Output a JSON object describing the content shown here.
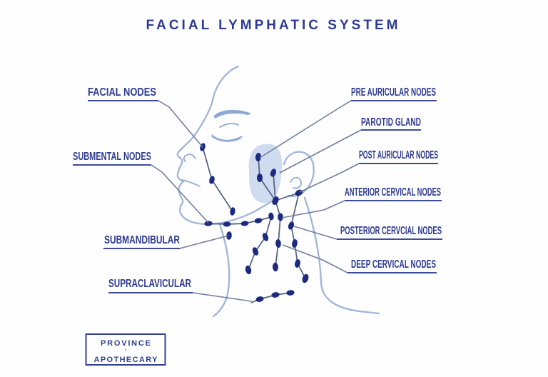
{
  "title": "FACIAL LYMPHATIC SYSTEM",
  "labels": {
    "left": [
      "FACIAL NODES",
      "SUBMENTAL NODES",
      "SUBMANDIBULAR",
      "SUPRACLAVICULAR"
    ],
    "right": [
      "PRE AURICULAR NODES",
      "PAROTID GLAND",
      "POST AURICULAR NODES",
      "ANTERIOR CERVICAL NODES",
      "POSTERIOR CERVCIAL NODES",
      "DEEP CERVICAL NODES"
    ]
  },
  "logo": {
    "line1": "PROVINCE",
    "separator": "·",
    "line2": "APOTHECARY"
  },
  "colors": {
    "background": "#fefefe",
    "title_text": "#2e3b92",
    "label_text": "#2e3b92",
    "label_underline": "#3d4b99",
    "leader_line": "#707e9e",
    "node_fill": "#1c2a80",
    "node_chain_line": "#515e80",
    "face_outline": "#9fb5da",
    "parotid_gland_fill": "#cfdcf0",
    "logo_border": "#33408f"
  }
}
